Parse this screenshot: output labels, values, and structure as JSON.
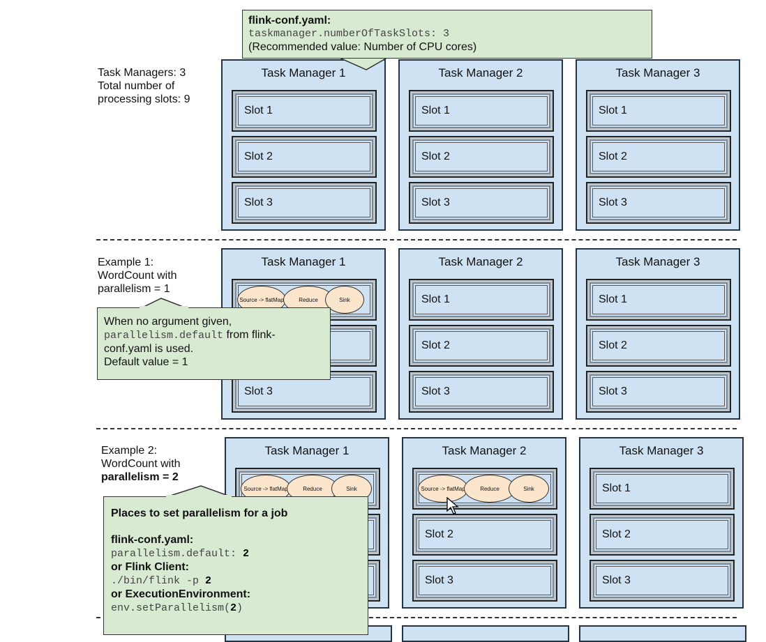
{
  "top_callout": {
    "title": "flink-conf.yaml:",
    "code": "taskmanager.numberOfTaskSlots: 3",
    "note": "(Recommended value: Number of CPU cores)"
  },
  "section1": {
    "label_lines": [
      "Task Managers: 3",
      "Total number of",
      "processing slots: 9"
    ]
  },
  "section2": {
    "label_lines": [
      "Example 1:",
      "WordCount with",
      "parallelism = 1"
    ],
    "callout": {
      "line1": "When no argument given,",
      "code": "parallelism.default",
      "line2_rest": " from flink-",
      "line3": "conf.yaml is used.",
      "line4": "Default value = 1"
    }
  },
  "section3": {
    "label_lines": [
      "Example 2:",
      "WordCount with",
      "parallelism = 2"
    ],
    "callout": {
      "heading": "Places to set parallelism for a job",
      "conf_title": "flink-conf.yaml:",
      "conf_code": "parallelism.default: ",
      "conf_value": "2",
      "client_title": "or Flink Client:",
      "client_code": "./bin/flink -p ",
      "client_value": "2",
      "env_title": "or ExecutionEnvironment:",
      "env_code": "env.setParallelism(",
      "env_value": "2",
      "env_close": ")"
    }
  },
  "task_managers": [
    "Task Manager 1",
    "Task Manager 2",
    "Task Manager 3"
  ],
  "slots": [
    "Slot 1",
    "Slot 2",
    "Slot 3"
  ],
  "operators": {
    "source": "Source -> flatMap",
    "reduce": "Reduce",
    "sink": "Sink"
  },
  "colors": {
    "task_manager_fill": "#cfe2f3",
    "callout_fill": "#d9ead3",
    "operator_fill": "#fce5cd"
  }
}
